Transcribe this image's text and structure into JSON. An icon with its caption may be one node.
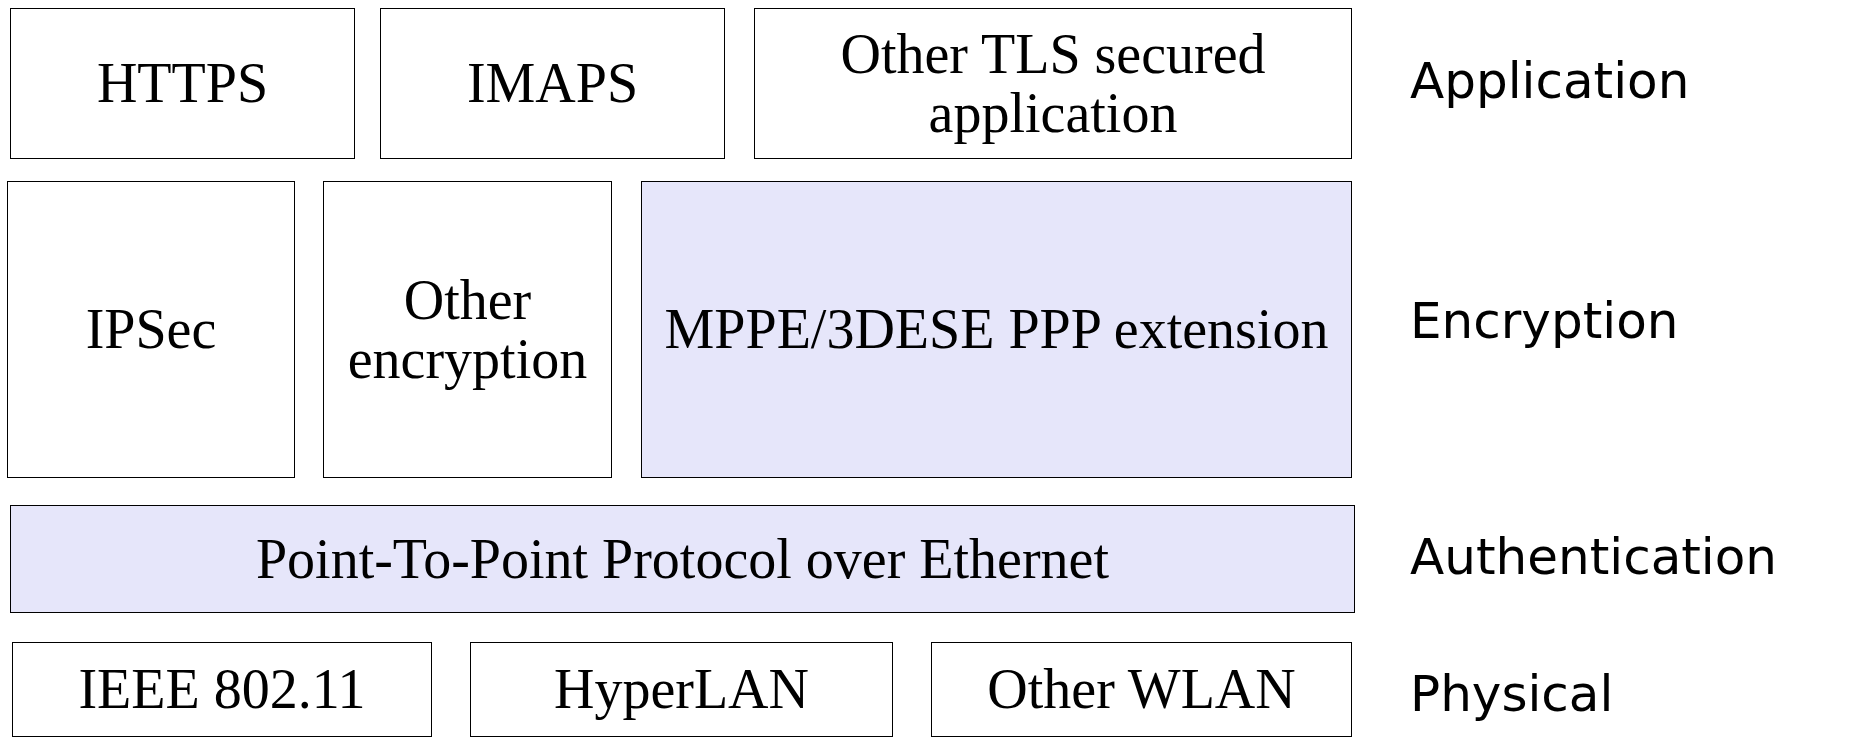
{
  "diagram": {
    "nodes": [
      {
        "text": [
          "HTTPS"
        ]
      },
      {
        "text": [
          "IMAPS"
        ]
      },
      {
        "text": [
          "Other TLS secured application"
        ]
      },
      {
        "text": [
          "IPSec"
        ]
      },
      {
        "text": [
          "Other encryption"
        ]
      },
      {
        "text": [
          "MPPE/3DESE PPP extension"
        ]
      },
      {
        "text": [
          "Point-To-Point Protocol over Ethernet"
        ]
      },
      {
        "text": [
          "IEEE 802.11"
        ]
      },
      {
        "text": [
          "HyperLAN"
        ]
      },
      {
        "text": [
          "Other WLAN"
        ]
      }
    ],
    "edges": [],
    "labels": [
      "Application",
      "Encryption",
      "Authentication",
      "Physical"
    ]
  }
}
